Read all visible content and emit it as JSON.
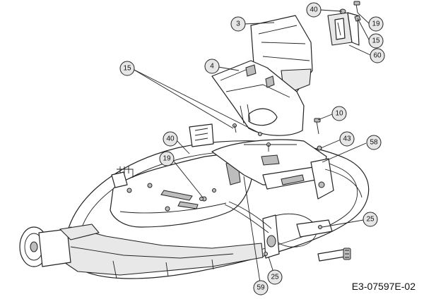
{
  "diagram": {
    "drawing_code": "E3-07597E-02",
    "callouts": [
      {
        "id": "c3",
        "label": "3"
      },
      {
        "id": "c40a",
        "label": "40"
      },
      {
        "id": "c19a",
        "label": "19"
      },
      {
        "id": "c15a",
        "label": "15"
      },
      {
        "id": "c60",
        "label": "60"
      },
      {
        "id": "c4",
        "label": "4"
      },
      {
        "id": "c15b",
        "label": "15"
      },
      {
        "id": "c10",
        "label": "10"
      },
      {
        "id": "c43",
        "label": "43"
      },
      {
        "id": "c58",
        "label": "58"
      },
      {
        "id": "c40b",
        "label": "40"
      },
      {
        "id": "c19b",
        "label": "19"
      },
      {
        "id": "c25a",
        "label": "25"
      },
      {
        "id": "c25b",
        "label": "25"
      },
      {
        "id": "c59",
        "label": "59"
      }
    ]
  }
}
